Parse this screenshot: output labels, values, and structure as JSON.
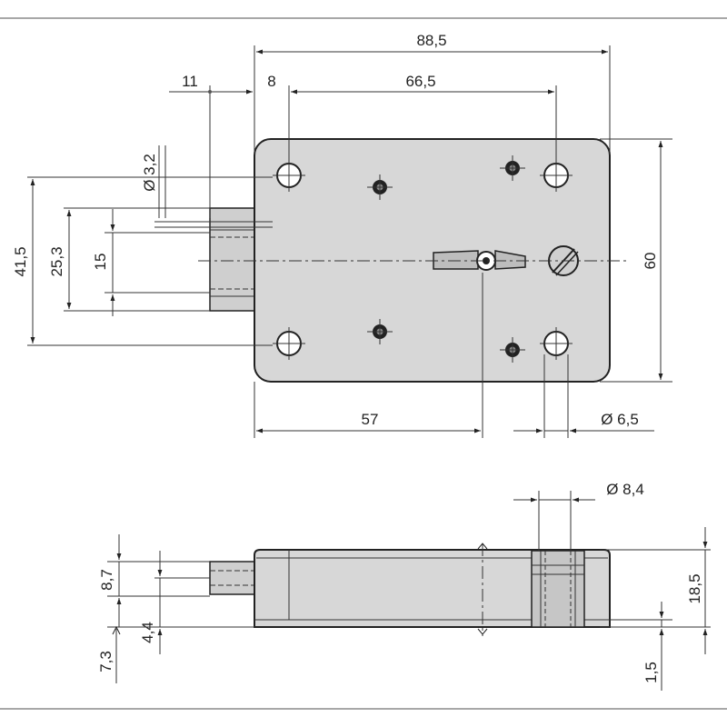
{
  "colors": {
    "body_fill": "#d7d7d7",
    "bolt_fill": "#cfcfcf",
    "line": "#222222",
    "frame": "#8a8a8a"
  },
  "dimensions": {
    "width_total": "88,5",
    "offset_11": "11",
    "offset_8": "8",
    "hole_spacing": "66,5",
    "hole_small_dia": "Ø 3,2",
    "height_41_5": "41,5",
    "height_25_3": "25,3",
    "height_15": "15",
    "height_60": "60",
    "key_center_57": "57",
    "hole_dia_6_5": "Ø 6,5",
    "dia_8_4": "Ø 8,4",
    "bolt_8_7": "8,7",
    "side_7_3": "7,3",
    "side_4_4": "4,4",
    "depth_18_5": "18,5",
    "base_1_5": "1,5"
  }
}
